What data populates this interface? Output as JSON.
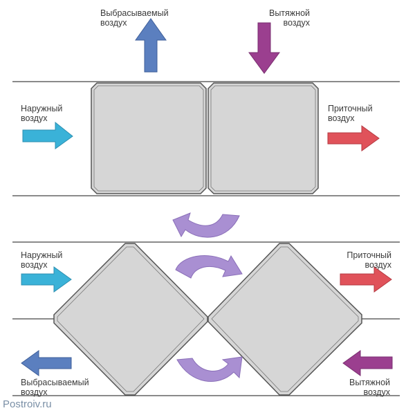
{
  "colors": {
    "outside_air": "#3ab2d8",
    "exhaust_air": "#5b7fbf",
    "extract_air": "#9b3f8f",
    "supply_air": "#e0525a",
    "rotate_arrow": "#a98fd2",
    "plate_fill": "#d6d6d6",
    "line": "#444444"
  },
  "top": {
    "exhaust_label": "Выбрасываемый воздух",
    "extract_label": "Вытяжной воздух",
    "outside_label": "Наружный воздух",
    "supply_label": "Приточный воздух"
  },
  "bottom": {
    "outside_label": "Наружный воздух",
    "supply_label": "Приточный воздух",
    "exhaust_label": "Выбрасываемый воздух",
    "extract_label": "Вытяжной воздух"
  },
  "icons": {
    "arrow": "block-arrow-icon",
    "rotate": "curved-rotate-arrow-icon"
  },
  "watermark": "Postroiv.ru"
}
